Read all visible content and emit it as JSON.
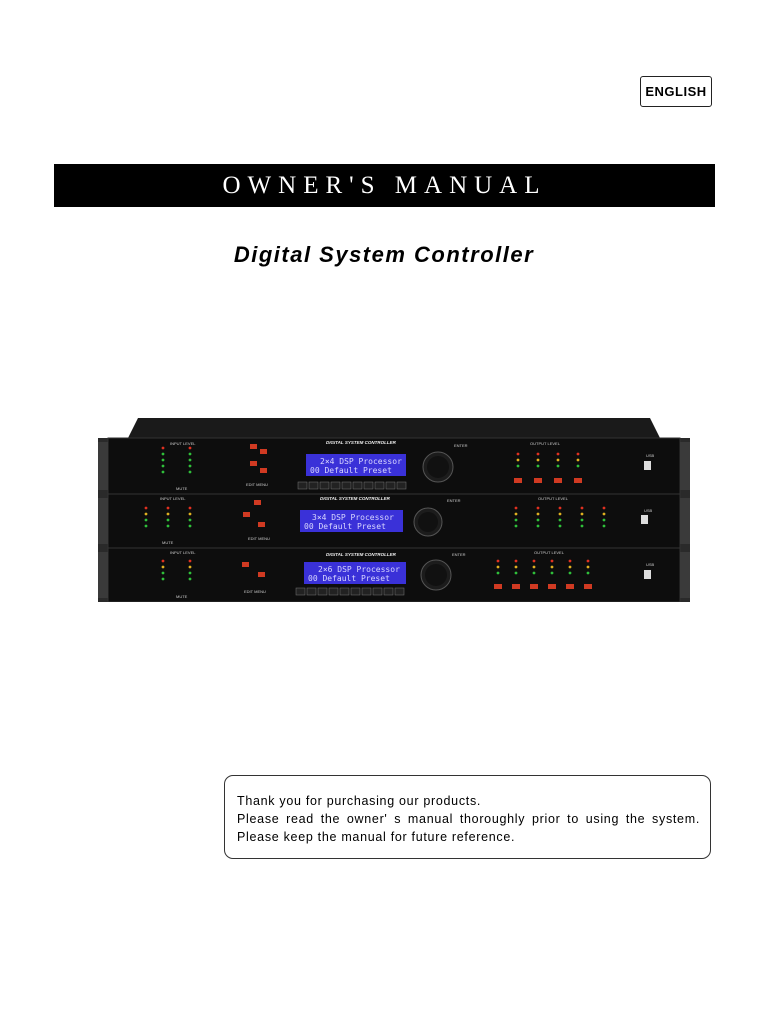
{
  "header": {
    "language_badge": "ENGLISH"
  },
  "title": "OWNER'S MANUAL",
  "subtitle": "Digital System Controller",
  "product_image": {
    "units": [
      {
        "panel_label": "DIGITAL SYSTEM CONTROLLER",
        "display_line1": "2×4  DSP Processor",
        "display_line2": "00 Default Preset",
        "button_label": "ENTER",
        "edit_menu": "EDIT MENU",
        "input_level": "INPUT LEVEL",
        "output_level": "OUTPUT LEVEL",
        "mute": "MUTE",
        "usb": "USB"
      },
      {
        "panel_label": "DIGITAL SYSTEM CONTROLLER",
        "display_line1": "3×4  DSP Processor",
        "display_line2": "00 Default Preset",
        "button_label": "ENTER",
        "edit_menu": "EDIT MENU",
        "input_level": "INPUT LEVEL",
        "output_level": "OUTPUT LEVEL",
        "mute": "MUTE",
        "usb": "USB"
      },
      {
        "panel_label": "DIGITAL SYSTEM CONTROLLER",
        "display_line1": "2×6  DSP Processor",
        "display_line2": "00 Default Preset",
        "button_label": "ENTER",
        "edit_menu": "EDIT MENU",
        "input_level": "INPUT LEVEL",
        "output_level": "OUTPUT LEVEL",
        "mute": "MUTE",
        "usb": "USB"
      }
    ],
    "colors": {
      "chassis": "#0d0d0d",
      "rack_ear": "#2a2a2a",
      "lcd": "#3a31d8",
      "lcd_text": "#d9d7ff",
      "button_red": "#d03a22",
      "led_green": "#2fbf3a",
      "led_yellow": "#e0b020",
      "led_red": "#e03020"
    }
  },
  "notice": {
    "lines": [
      "Thank you for purchasing our products.",
      "Please read the owner' s manual thoroughly prior to using the system.",
      "Please keep the manual for future reference."
    ]
  }
}
